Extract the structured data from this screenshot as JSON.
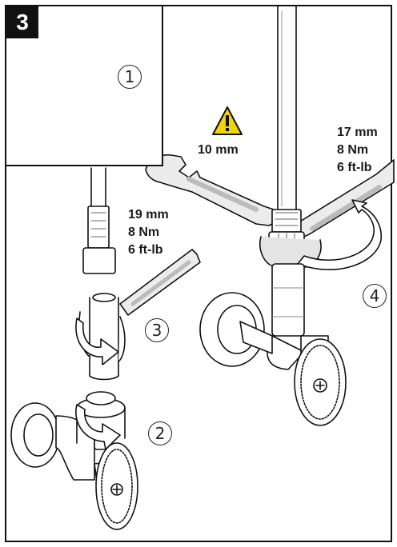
{
  "step": {
    "number": "3"
  },
  "callouts": [
    "1",
    "2",
    "3",
    "4"
  ],
  "warning": {
    "icon": "warning-triangle-icon",
    "label": "10 mm"
  },
  "spec_top_right": {
    "size": "17 mm",
    "torque_nm": "8 Nm",
    "torque_ftlb": "6 ft-lb"
  },
  "spec_left": {
    "size": "19 mm",
    "torque_nm": "8 Nm",
    "torque_ftlb": "6 ft-lb"
  },
  "colors": {
    "warning_fill": "#f2d500",
    "wrench": "#e6e6e6",
    "outline": "#111111"
  }
}
